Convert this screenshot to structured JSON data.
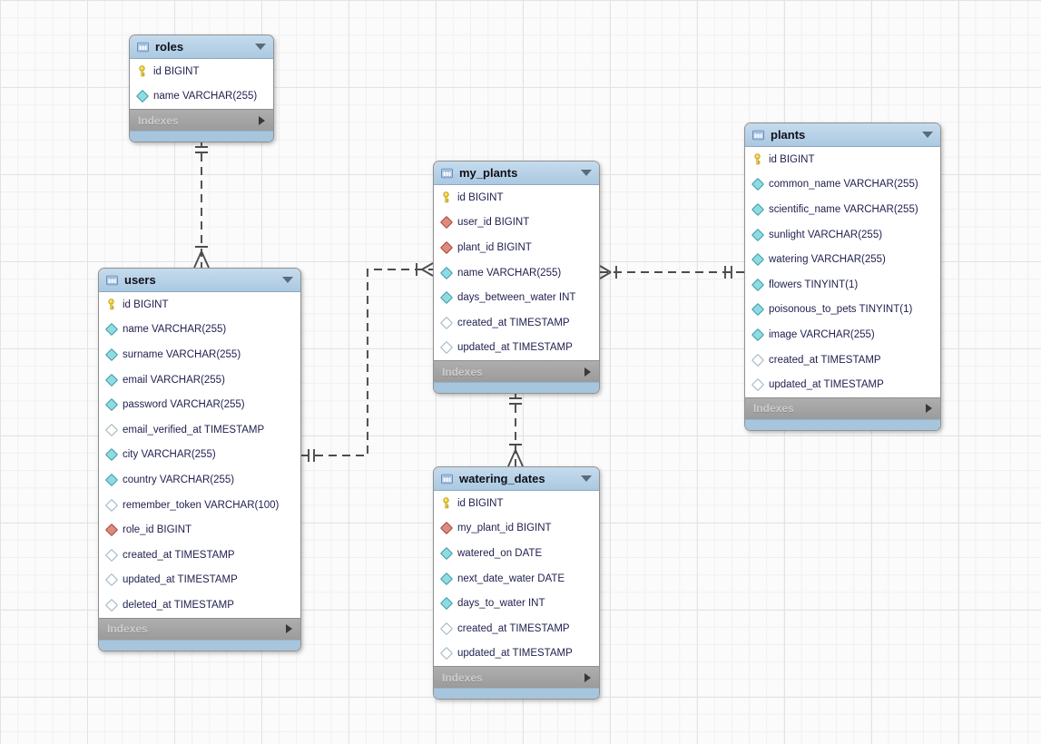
{
  "diagram": {
    "app_context": "EER database schema diagram",
    "tables": {
      "roles": {
        "title": "roles",
        "footer": "Indexes",
        "columns": [
          {
            "icon": "primary-key-icon",
            "label": "id BIGINT"
          },
          {
            "icon": "column-diamond-icon",
            "label": "name VARCHAR(255)"
          }
        ]
      },
      "users": {
        "title": "users",
        "footer": "Indexes",
        "columns": [
          {
            "icon": "primary-key-icon",
            "label": "id BIGINT"
          },
          {
            "icon": "column-diamond-icon",
            "label": "name VARCHAR(255)"
          },
          {
            "icon": "column-diamond-icon",
            "label": "surname VARCHAR(255)"
          },
          {
            "icon": "column-diamond-icon",
            "label": "email VARCHAR(255)"
          },
          {
            "icon": "column-diamond-icon",
            "label": "password VARCHAR(255)"
          },
          {
            "icon": "column-diamond-open-icon",
            "label": "email_verified_at TIMESTAMP"
          },
          {
            "icon": "column-diamond-icon",
            "label": "city VARCHAR(255)"
          },
          {
            "icon": "column-diamond-icon",
            "label": "country VARCHAR(255)"
          },
          {
            "icon": "column-diamond-open-icon",
            "label": "remember_token VARCHAR(100)"
          },
          {
            "icon": "foreign-key-diamond-icon",
            "label": "role_id BIGINT"
          },
          {
            "icon": "column-diamond-open-icon",
            "label": "created_at TIMESTAMP"
          },
          {
            "icon": "column-diamond-open-icon",
            "label": "updated_at TIMESTAMP"
          },
          {
            "icon": "column-diamond-open-icon",
            "label": "deleted_at TIMESTAMP"
          }
        ]
      },
      "my_plants": {
        "title": "my_plants",
        "footer": "Indexes",
        "columns": [
          {
            "icon": "primary-key-icon",
            "label": "id BIGINT"
          },
          {
            "icon": "foreign-key-diamond-icon",
            "label": "user_id BIGINT"
          },
          {
            "icon": "foreign-key-diamond-icon",
            "label": "plant_id BIGINT"
          },
          {
            "icon": "column-diamond-icon",
            "label": "name VARCHAR(255)"
          },
          {
            "icon": "column-diamond-icon",
            "label": "days_between_water INT"
          },
          {
            "icon": "column-diamond-open-icon",
            "label": "created_at TIMESTAMP"
          },
          {
            "icon": "column-diamond-open-icon",
            "label": "updated_at TIMESTAMP"
          }
        ]
      },
      "plants": {
        "title": "plants",
        "footer": "Indexes",
        "columns": [
          {
            "icon": "primary-key-icon",
            "label": "id BIGINT"
          },
          {
            "icon": "column-diamond-icon",
            "label": "common_name VARCHAR(255)"
          },
          {
            "icon": "column-diamond-icon",
            "label": "scientific_name VARCHAR(255)"
          },
          {
            "icon": "column-diamond-icon",
            "label": "sunlight VARCHAR(255)"
          },
          {
            "icon": "column-diamond-icon",
            "label": "watering VARCHAR(255)"
          },
          {
            "icon": "column-diamond-icon",
            "label": "flowers TINYINT(1)"
          },
          {
            "icon": "column-diamond-icon",
            "label": "poisonous_to_pets TINYINT(1)"
          },
          {
            "icon": "column-diamond-icon",
            "label": "image VARCHAR(255)"
          },
          {
            "icon": "column-diamond-open-icon",
            "label": "created_at TIMESTAMP"
          },
          {
            "icon": "column-diamond-open-icon",
            "label": "updated_at TIMESTAMP"
          }
        ]
      },
      "watering_dates": {
        "title": "watering_dates",
        "footer": "Indexes",
        "columns": [
          {
            "icon": "primary-key-icon",
            "label": "id BIGINT"
          },
          {
            "icon": "foreign-key-diamond-icon",
            "label": "my_plant_id BIGINT"
          },
          {
            "icon": "column-diamond-icon",
            "label": "watered_on DATE"
          },
          {
            "icon": "column-diamond-icon",
            "label": "next_date_water DATE"
          },
          {
            "icon": "column-diamond-icon",
            "label": "days_to_water INT"
          },
          {
            "icon": "column-diamond-open-icon",
            "label": "created_at TIMESTAMP"
          },
          {
            "icon": "column-diamond-open-icon",
            "label": "updated_at TIMESTAMP"
          }
        ]
      }
    },
    "relationships": [
      {
        "one_side": "roles",
        "many_side": "users",
        "style": "dashed",
        "one_marker": "double-tick",
        "many_marker": "bar-and-crow-foot"
      },
      {
        "one_side": "users",
        "many_side": "my_plants",
        "style": "dashed",
        "one_marker": "double-tick",
        "many_marker": "bar-and-crow-foot"
      },
      {
        "one_side": "plants",
        "many_side": "my_plants",
        "style": "dashed",
        "one_marker": "double-tick",
        "many_marker": "bar-and-crow-foot"
      },
      {
        "one_side": "my_plants",
        "many_side": "watering_dates",
        "style": "dashed",
        "one_marker": "double-tick",
        "many_marker": "bar-and-crow-foot"
      }
    ],
    "colors": {
      "header_blue": "#aac9e2",
      "footer_gray": "#9b9b9b",
      "bottom_strip_blue": "#a7c6dd",
      "primary_key_yellow": "#f6d741",
      "foreign_key_red": "#dd8b80",
      "column_cyan": "#8edce2",
      "connector_gray": "#4c4c4c",
      "row_text": "#1f1f4e"
    }
  }
}
